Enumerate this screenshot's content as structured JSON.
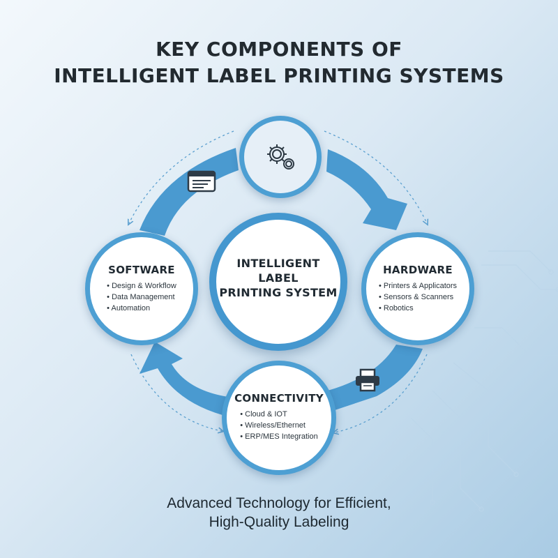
{
  "title": {
    "line1": "KEY COMPONENTS OF",
    "line2": "INTELLIGENT LABEL PRINTING SYSTEMS"
  },
  "center": {
    "line1": "INTELLIGENT",
    "line2": "LABEL",
    "line3": "PRINTING SYSTEM"
  },
  "top_node": {
    "icon": "gears-icon"
  },
  "software": {
    "heading": "SOFTWARE",
    "items": [
      "Design & Workflow",
      "Data Management",
      "Automation"
    ]
  },
  "hardware": {
    "heading": "HARDWARE",
    "items": [
      "Printers & Applicators",
      "Sensors & Scanners",
      "Robotics"
    ]
  },
  "connectivity": {
    "heading": "CONNECTIVITY",
    "items": [
      "Cloud & IOT",
      "Wireless/Ethernet",
      "ERP/MES Integration"
    ]
  },
  "decorative_icons": [
    "document-icon",
    "printer-icon"
  ],
  "subtitle": {
    "line1": "Advanced Technology for Efficient,",
    "line2": "High-Quality Labeling"
  },
  "colors": {
    "accent": "#4d9fd3",
    "arrow": "#4a9ad0",
    "background_light": "#f3f8fc",
    "background_dark": "#a9cbe4"
  }
}
